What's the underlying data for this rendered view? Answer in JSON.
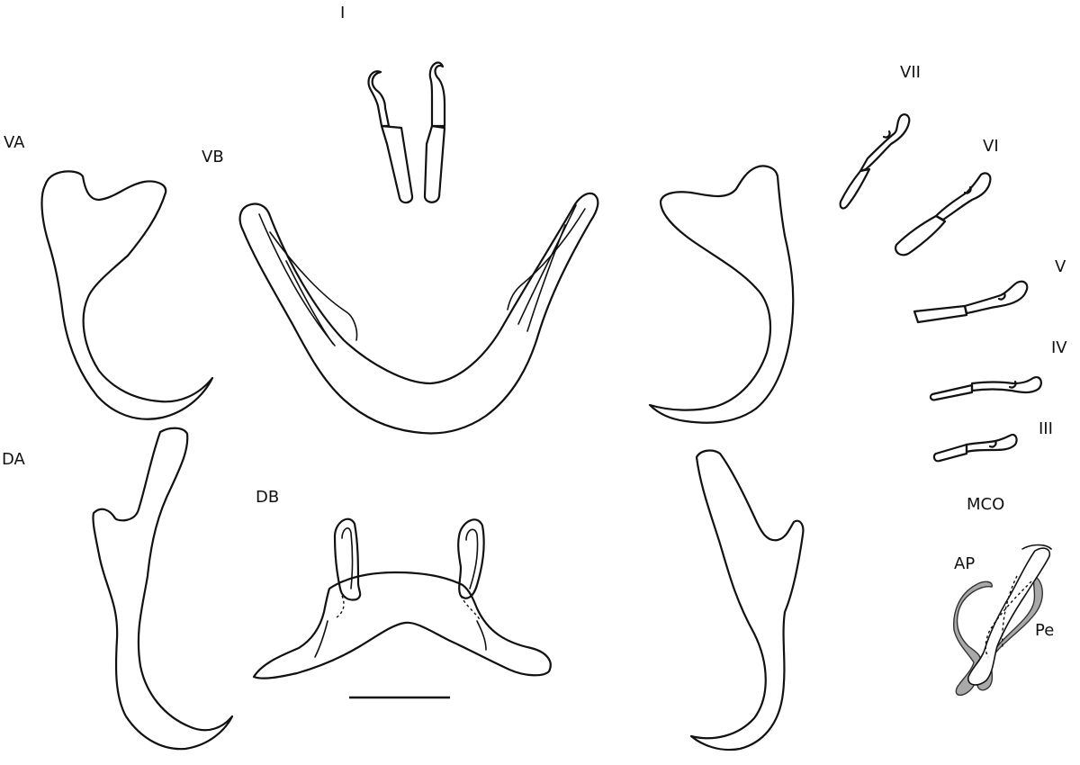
{
  "labels": {
    "I": "I",
    "VA": "VA",
    "VB": "VB",
    "VII": "VII",
    "VI": "VI",
    "V": "V",
    "IV": "IV",
    "III": "III",
    "DA": "DA",
    "DB": "DB",
    "MCO": "MCO",
    "AP": "AP",
    "Pe": "Pe"
  },
  "colors": {
    "outline": "#111111",
    "accessory_piece_fill": "#a9a9a9",
    "background": "#ffffff"
  }
}
